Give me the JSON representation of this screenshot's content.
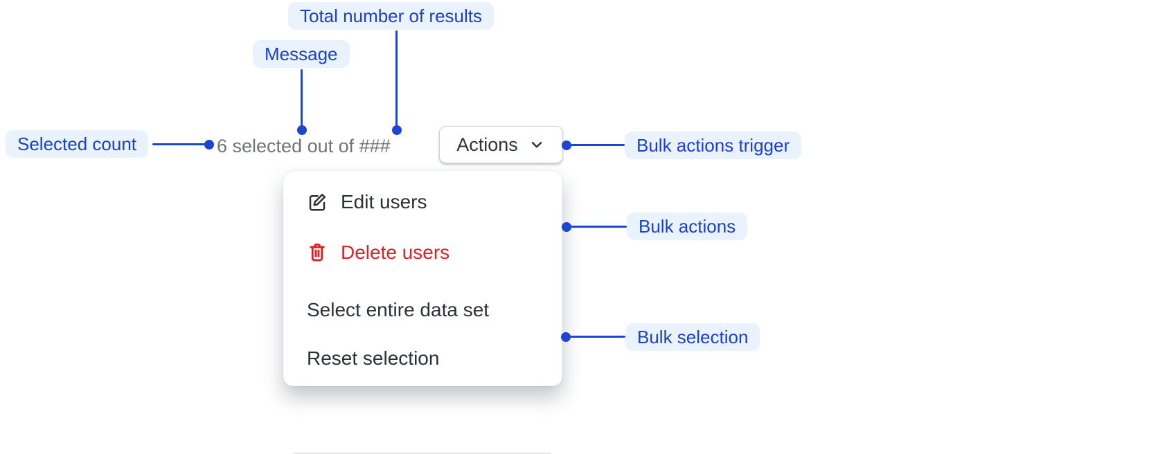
{
  "annotations": {
    "total_results": "Total number of results",
    "message": "Message",
    "selected_count": "Selected count",
    "bulk_actions_trigger": "Bulk actions trigger",
    "bulk_actions": "Bulk actions",
    "bulk_selection": "Bulk selection"
  },
  "bulk_bar": {
    "message": "6 selected out of ###",
    "actions_button": {
      "label": "Actions",
      "icon": "chevron-down-icon"
    }
  },
  "menu": {
    "items": [
      {
        "label": "Edit users",
        "icon": "edit-icon",
        "variant": "default"
      },
      {
        "label": "Delete users",
        "icon": "trash-icon",
        "variant": "destructive"
      },
      {
        "label": "Select entire data set",
        "icon": null,
        "variant": "default"
      },
      {
        "label": "Reset selection",
        "icon": null,
        "variant": "default"
      }
    ]
  },
  "colors": {
    "annotation_text": "#1a40cc",
    "annotation_bg": "#eaf2fe",
    "connector": "#1c45d3",
    "message_text": "#6f7478",
    "menu_text": "#2b3036",
    "destructive_red": "#e02026",
    "button_border": "#ced2d6",
    "page_bg": "#ffffff"
  }
}
